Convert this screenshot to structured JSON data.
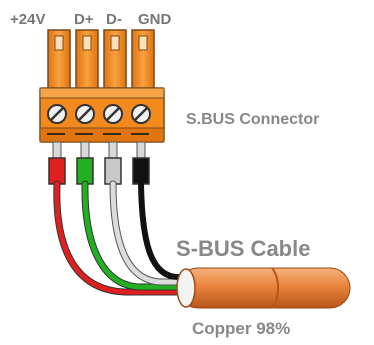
{
  "pin_labels": {
    "pin1": "+24V",
    "pin2": "D+",
    "pin3": "D-",
    "pin4": "GND"
  },
  "connector_label": "S.BUS Connector",
  "cable_label": "S-BUS Cable",
  "cable_spec": "Copper 98%",
  "colors": {
    "connector_orange": "#f28a1e",
    "connector_outline": "#7a4a1a",
    "cable_orange": "#e8843d",
    "label_gray": "#888888",
    "wire_red": "#e02020",
    "wire_green": "#22b022",
    "wire_gray": "#c8c8c8",
    "wire_black": "#111111"
  },
  "wires": [
    {
      "color_name": "red"
    },
    {
      "color_name": "green"
    },
    {
      "color_name": "white"
    },
    {
      "color_name": "black"
    }
  ]
}
